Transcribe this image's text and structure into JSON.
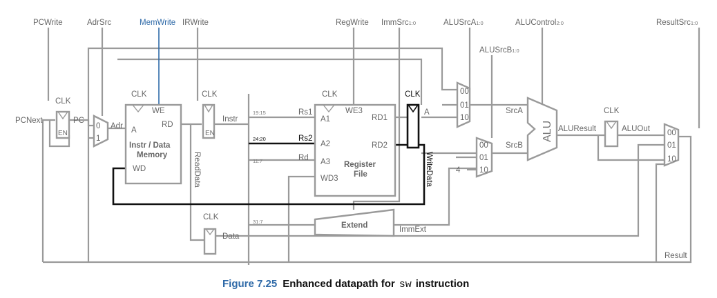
{
  "signals": {
    "pcwrite": "PCWrite",
    "adrsrc": "AdrSrc",
    "memwrite": "MemWrite",
    "irwrite": "IRWrite",
    "regwrite": "RegWrite",
    "immsrc": "ImmSrc",
    "immsrc_sub": "1:0",
    "alusrca": "ALUSrcA",
    "alusrca_sub": "1:0",
    "alusrcb": "ALUSrcB",
    "alusrcb_sub": "1:0",
    "alucontrol": "ALUControl",
    "alucontrol_sub": "2:0",
    "resultsrc": "ResultSrc",
    "resultsrc_sub": "1:0"
  },
  "clk": "CLK",
  "en": "EN",
  "wires": {
    "pcnext": "PCNext",
    "pc": "PC",
    "adr": "Adr",
    "instr": "Instr",
    "readdata": "ReadData",
    "data": "Data",
    "a": "A",
    "srca": "SrcA",
    "srcb": "SrcB",
    "aluresult": "ALUResult",
    "aluout": "ALUOut",
    "writedata": "WriteData",
    "immext": "ImmExt",
    "result": "Result"
  },
  "bits": {
    "rs1": "19:15",
    "rs2": "24:20",
    "rd": "11:7",
    "imm": "31:7"
  },
  "memory": {
    "title_line1": "Instr / Data",
    "title_line2": "Memory",
    "we": "WE",
    "a": "A",
    "rd": "RD",
    "wd": "WD"
  },
  "regfile": {
    "title_line1": "Register",
    "title_line2": "File",
    "we3": "WE3",
    "a1": "A1",
    "a2": "A2",
    "a3": "A3",
    "wd3": "WD3",
    "rd1": "RD1",
    "rd2": "RD2",
    "rs1": "Rs1",
    "rs2": "Rs2",
    "rd": "Rd"
  },
  "extend": "Extend",
  "alu": "ALU",
  "mux": {
    "in0": "0",
    "in1": "1",
    "in00": "00",
    "in01": "01",
    "in10": "10",
    "const4": "4"
  },
  "caption": {
    "number": "Figure 7.25",
    "text": "Enhanced datapath for",
    "code": "sw",
    "suffix": "instruction"
  }
}
